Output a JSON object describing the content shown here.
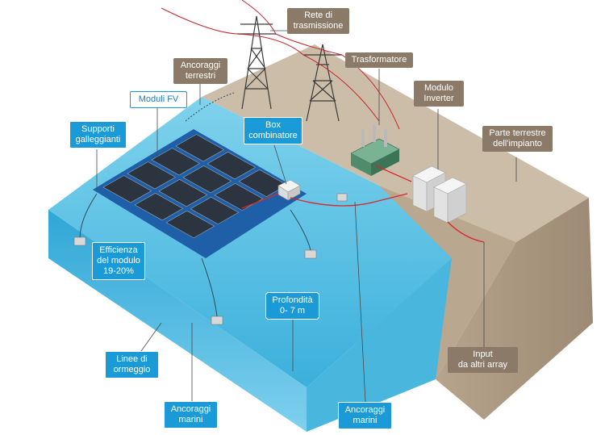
{
  "labels": {
    "rete": "Rete di\ntrasmissione",
    "ancoraggi_terrestri": "Ancoraggi\nterrestri",
    "trasformatore": "Trasformatore",
    "moduli_fv": "Moduli FV",
    "modulo_inverter": "Modulo\nInverter",
    "supporti": "Supporti\ngalleggianti",
    "box": "Box\ncombinatore",
    "parte_terrestre": "Parte terrestre\ndell'impianto",
    "efficienza": "Efficienza\ndel modulo\n19-20%",
    "profondita": "Profondità\n0- 7 m",
    "linee": "Linee di\normeggio",
    "input": "Input\nda altri array",
    "ancoraggi_marini_1": "Ancoraggi\nmarini",
    "ancoraggi_marini_2": "Ancoraggi\nmarini"
  },
  "colors": {
    "water_top": "#5cc3e4",
    "water_side": "#2a9fd0",
    "land_top": "#c9bba6",
    "land_side": "#a89680",
    "label_brown": "#8c7a68",
    "label_blue": "#1a9ad6",
    "cable_red": "#d9262c"
  }
}
